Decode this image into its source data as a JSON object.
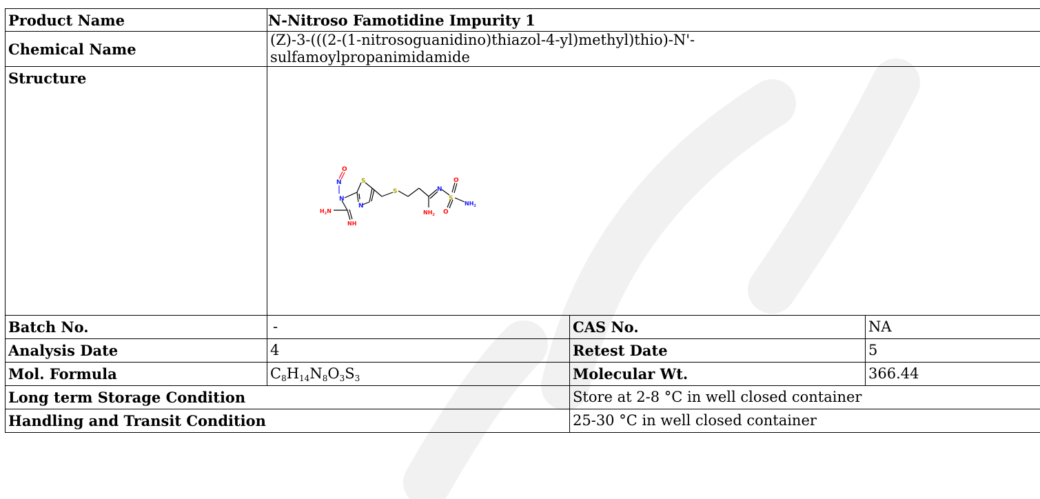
{
  "product": {
    "label": "Product Name",
    "value": "N-Nitroso Famotidine Impurity 1"
  },
  "chemical": {
    "label": "Chemical Name",
    "value_line1": "(Z)-3-(((2-(1-nitrosoguanidino)thiazol-4-yl)methyl)thio)-N'-",
    "value_line2": "sulfamoylpropanimidamide"
  },
  "structure": {
    "label": "Structure",
    "atoms": {
      "o": "O",
      "n": "N",
      "s": "S",
      "h2n": "H",
      "h2n_sub": "2",
      "h2n_n": "N",
      "nh": "NH",
      "nh2_n": "NH",
      "nh2_sub": "2"
    }
  },
  "batch": {
    "label": "Batch No.",
    "value": "-"
  },
  "cas": {
    "label": "CAS No.",
    "value": "NA"
  },
  "analysis": {
    "label": "Analysis Date",
    "value": "4"
  },
  "retest": {
    "label": "Retest Date",
    "value": "5"
  },
  "formula": {
    "label": "Mol. Formula",
    "parts": [
      {
        "el": "C",
        "n": "8"
      },
      {
        "el": "H",
        "n": "14"
      },
      {
        "el": "N",
        "n": "8"
      },
      {
        "el": "O",
        "n": "3"
      },
      {
        "el": "S",
        "n": "3"
      }
    ]
  },
  "molwt": {
    "label": "Molecular Wt.",
    "value": "366.44"
  },
  "storage": {
    "label": "Long term Storage Condition",
    "value": "Store at 2-8 °C in well closed container"
  },
  "handling": {
    "label": "Handling and Transit Condition",
    "value": "25-30 °C in well closed container"
  },
  "colors": {
    "nitrogen": "#1a1aff",
    "oxygen": "#ff0d0d",
    "sulfur": "#b3a500",
    "bond": "#000000",
    "watermark": "#f0f0f0"
  }
}
